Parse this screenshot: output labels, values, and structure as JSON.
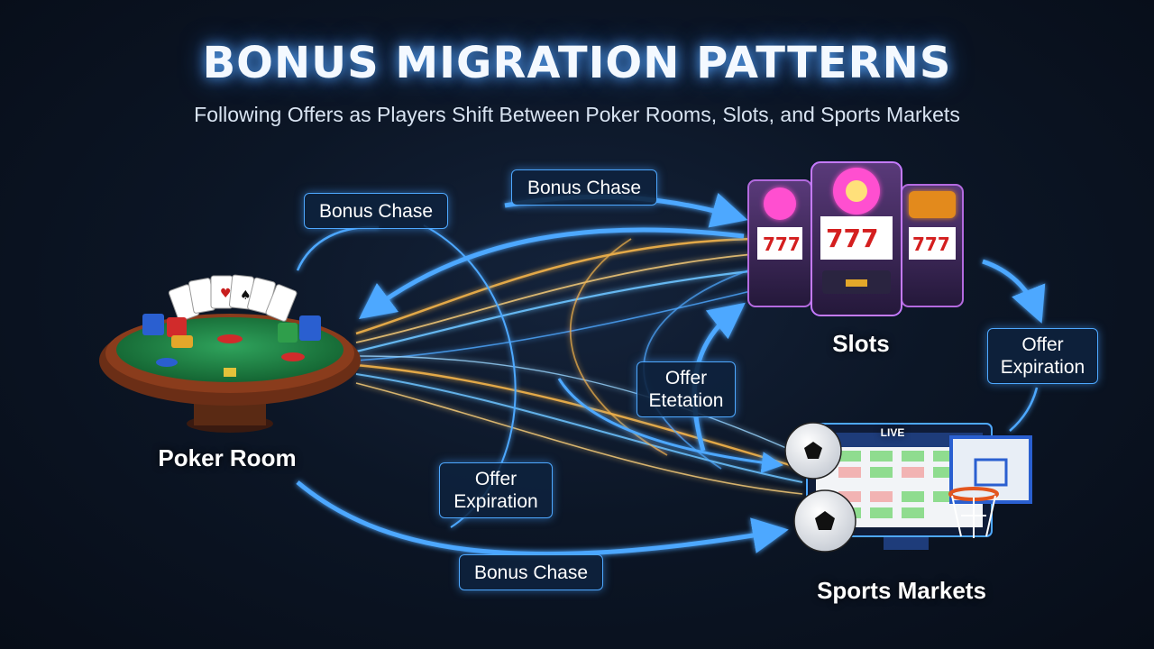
{
  "header": {
    "title": "BONUS MIGRATION PATTERNS",
    "subtitle": "Following Offers as Players Shift Between Poker Rooms, Slots, and Sports Markets"
  },
  "nodes": {
    "poker": {
      "label": "Poker Room"
    },
    "slots": {
      "label": "Slots"
    },
    "sports": {
      "label": "Sports Markets",
      "live_badge": "LIVE"
    }
  },
  "flow_labels": {
    "bonus_chase_left": "Bonus Chase",
    "bonus_chase_top": "Bonus Chase",
    "bonus_chase_bottom": "Bonus Chase",
    "offer_expiration_right": "Offer\nExpiration",
    "offer_escalation_center": "Offer\nEtetation",
    "offer_expiration_bottom": "Offer\nExpiration"
  },
  "colors": {
    "accent_blue": "#4ea8ff",
    "flow_gold": "#f2b24a",
    "table_felt": "#1f8a4a"
  }
}
